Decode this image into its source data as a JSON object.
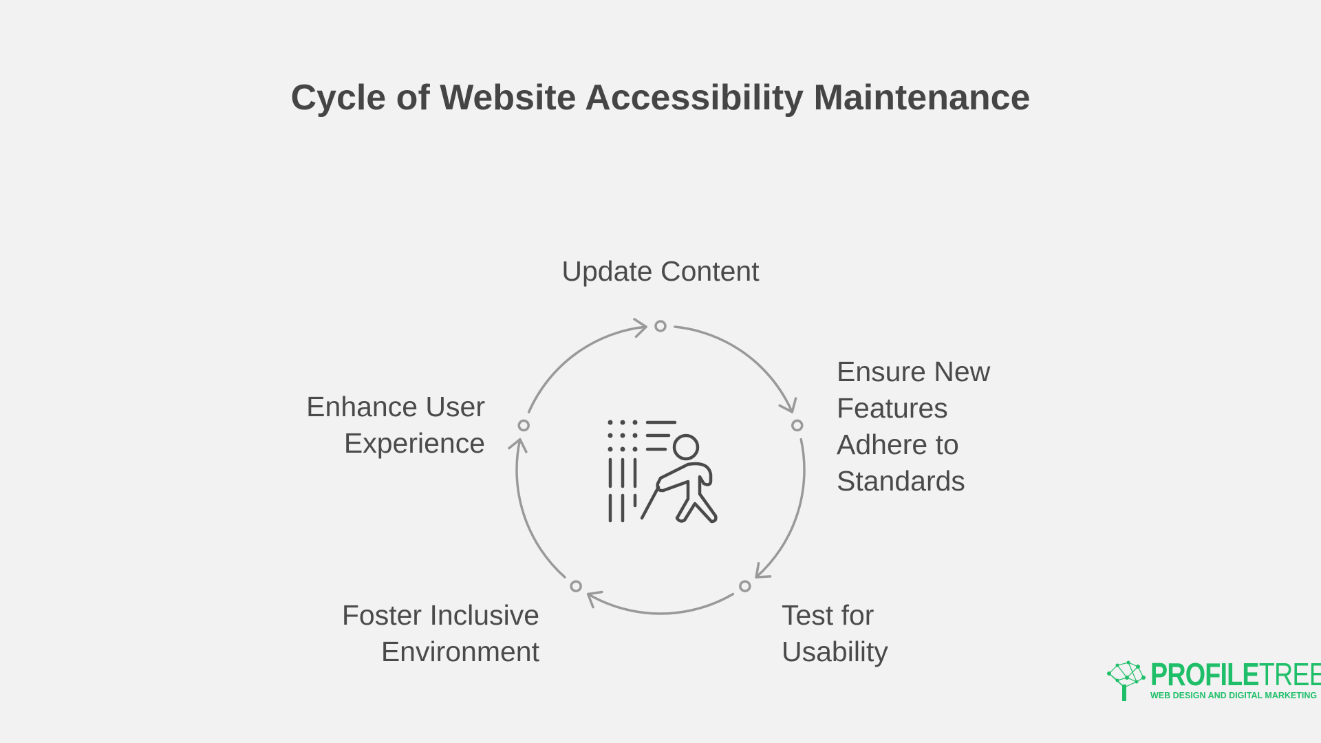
{
  "title": "Cycle of Website Accessibility Maintenance",
  "steps": [
    {
      "label_lines": [
        "Update Content"
      ]
    },
    {
      "label_lines": [
        "Ensure New",
        "Features",
        "Adhere to",
        "Standards"
      ]
    },
    {
      "label_lines": [
        "Test for",
        "Usability"
      ]
    },
    {
      "label_lines": [
        "Foster Inclusive",
        "Environment"
      ]
    },
    {
      "label_lines": [
        "Enhance User",
        "Experience"
      ]
    }
  ],
  "center_icon": "accessibility-person-with-cane-icon",
  "logo": {
    "name": "PROFILE",
    "name2": "TREE",
    "tagline": "WEB DESIGN AND DIGITAL MARKETING"
  },
  "colors": {
    "arrow": "#999999",
    "text": "#4a4a4a",
    "brand": "#1fbf6a",
    "background": "#f1f2f1"
  }
}
